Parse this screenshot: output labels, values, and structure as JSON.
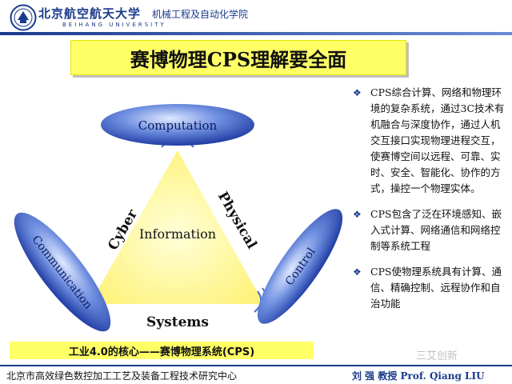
{
  "header": {
    "university_cn": "北京航空航天大学",
    "university_en": "BEIHANG UNIVERSITY",
    "college": "机械工程及自动化学院"
  },
  "slide": {
    "title": "赛博物理CPS理解要全面",
    "diagram": {
      "top_ellipse": "Computation",
      "left_ellipse": "Communication",
      "right_ellipse": "Control",
      "center": "Information",
      "side_left": "Cyber",
      "side_right": "Physical",
      "side_bottom": "Systems"
    },
    "bullets": [
      {
        "mark": "❖",
        "text": "CPS综合计算、网络和物理环境的复杂系统，通过3C技术有机融合与深度协作，通过人机交互接口实现物理进程交互，使赛博空间以远程、可靠、实时、安全、智能化、协作的方式，操控一个物理实体。"
      },
      {
        "mark": "❖",
        "text": "CPS包含了泛在环境感知、嵌入式计算、网络通信和网络控制等系统工程"
      },
      {
        "mark": "❖",
        "text": "CPS使物理系统具有计算、通信、精确控制、远程协作和自治功能"
      }
    ],
    "caption": "工业4.0的核心——赛博物理系统(CPS)"
  },
  "footer": {
    "center_name": "北京市高效绿色数控加工工艺及装备工程技术研究中心",
    "author": "刘  强 教授  Prof. Qiang LIU"
  },
  "watermark": "三艾创新",
  "colors": {
    "brand": "#1a3a8c",
    "highlight": "#ffff66"
  }
}
